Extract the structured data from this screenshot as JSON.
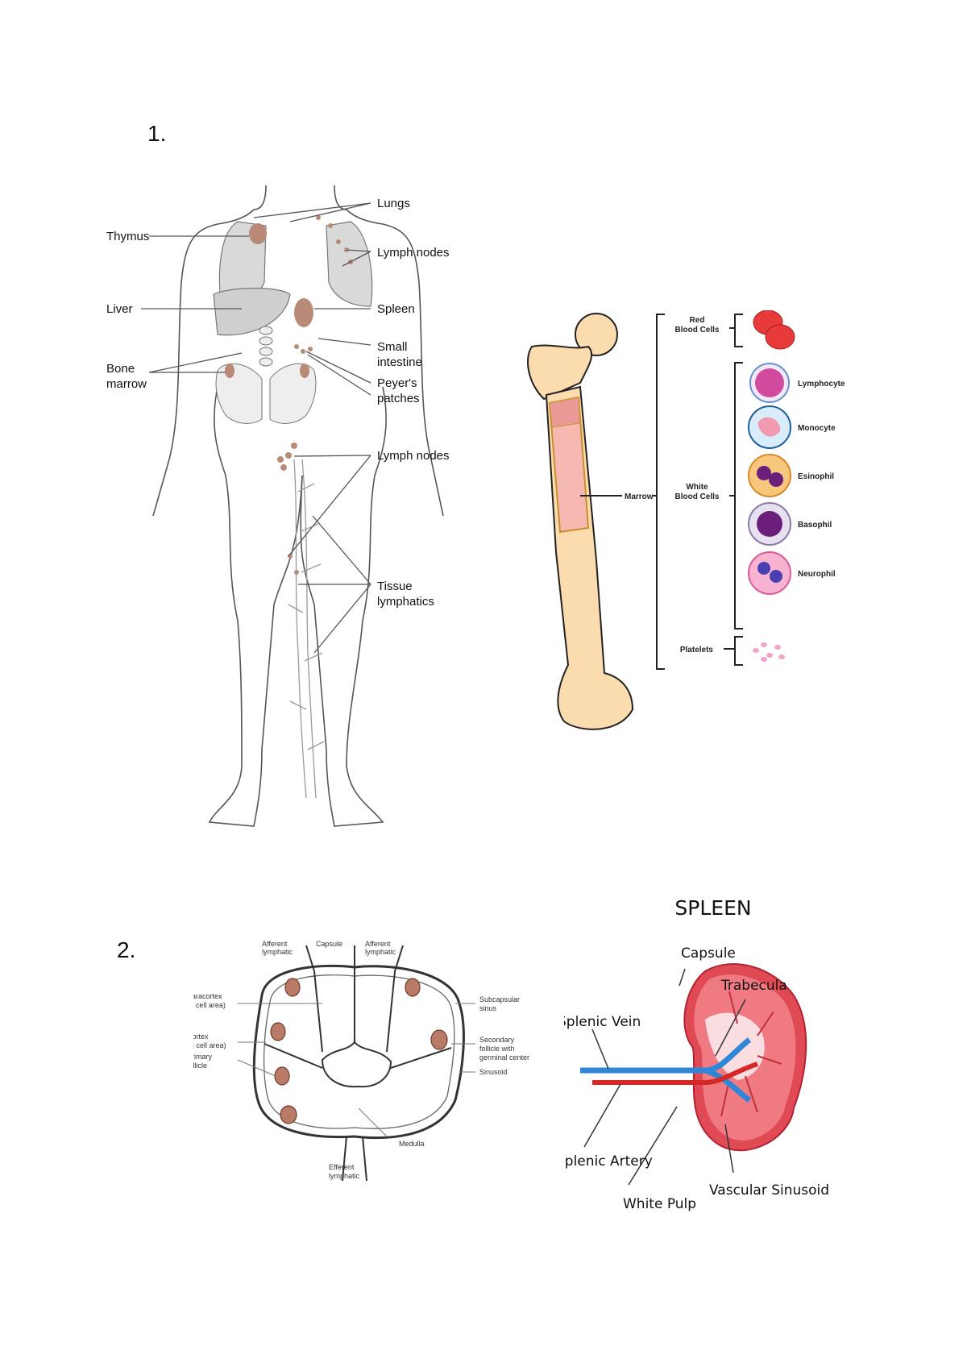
{
  "section1": {
    "number": "1."
  },
  "section2": {
    "number": "2."
  },
  "lymph_system": {
    "labels": {
      "lungs": "Lungs",
      "thymus": "Thymus",
      "lymph_nodes_upper": "Lymph nodes",
      "liver": "Liver",
      "spleen": "Spleen",
      "small_intestine_1": "Small",
      "small_intestine_2": "intestine",
      "bone_marrow_1": "Bone",
      "bone_marrow_2": "marrow",
      "peyers_1": "Peyer's",
      "peyers_2": "patches",
      "lymph_nodes_lower": "Lymph nodes",
      "tissue_1": "Tissue",
      "tissue_2": "lymphatics"
    }
  },
  "bone": {
    "labels": {
      "marrow": "Marrow",
      "rbc_1": "Red",
      "rbc_2": "Blood Cells",
      "wbc_1": "White",
      "wbc_2": "Blood Cells",
      "platelets": "Platelets",
      "lymphocyte": "Lymphocyte",
      "monocyte": "Monocyte",
      "esinophil": "Esinophil",
      "basophil": "Basophil",
      "neurophil": "Neurophil"
    }
  },
  "lymph_node": {
    "labels": {
      "afferent_left_1": "Afferent",
      "afferent_left_2": "lymphatic",
      "capsule": "Capsule",
      "afferent_right_1": "Afferent",
      "afferent_right_2": "lymphatic",
      "paracortex_1": "Paracortex",
      "paracortex_2": "(T cell area)",
      "cortex_1": "Cortex",
      "cortex_2": "(B cell area)",
      "primary_1": "Primary",
      "primary_2": "follicle",
      "subcapsular_1": "Subcapsular",
      "subcapsular_2": "sinus",
      "secondary_1": "Secondary",
      "secondary_2": "follicle with",
      "secondary_3": "germinal center",
      "sinusoid": "Sinusoid",
      "medulla": "Medulla",
      "efferent_1": "Efferent",
      "efferent_2": "lymphatic"
    }
  },
  "spleen": {
    "title": "SPLEEN",
    "labels": {
      "capsule": "Capsule",
      "trabecula": "Trabecula",
      "splenic_vein": "Splenic Vein",
      "splenic_artery": "Splenic Artery",
      "white_pulp": "White Pulp",
      "vascular_sinusoid": "Vascular Sinusoid"
    }
  },
  "colors": {
    "organ": "#b98a78",
    "bone": "#fbdcae",
    "marrow": "#f6b9b2",
    "spleen": "#e04a55",
    "vein": "#2f86d6",
    "artery": "#d62828"
  }
}
